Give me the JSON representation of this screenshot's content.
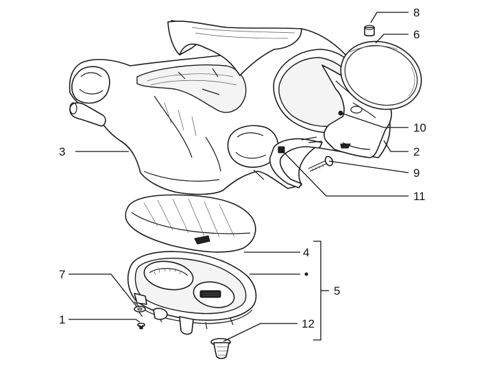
{
  "diagram": {
    "colors": {
      "line": "#1a1a1a",
      "background": "#ffffff",
      "shade": "#f4f4f4"
    },
    "callouts": [
      {
        "id": "c8",
        "label": "8",
        "part": "cap plug"
      },
      {
        "id": "c6",
        "label": "6",
        "part": "instrument ring"
      },
      {
        "id": "c10",
        "label": "10",
        "part": "small screw"
      },
      {
        "id": "c2",
        "label": "2",
        "part": "mounting bracket"
      },
      {
        "id": "c9",
        "label": "9",
        "part": "bolt"
      },
      {
        "id": "c11",
        "label": "11",
        "part": "clip"
      },
      {
        "id": "c3",
        "label": "3",
        "part": "handlebar cover"
      },
      {
        "id": "c4",
        "label": "4",
        "part": "instrument lens"
      },
      {
        "id": "c5",
        "label": "5",
        "part": "instrument assembly"
      },
      {
        "id": "c7",
        "label": "7",
        "part": "washer"
      },
      {
        "id": "c1",
        "label": "1",
        "part": "screw"
      },
      {
        "id": "c12",
        "label": "12",
        "part": "bulb holder"
      }
    ]
  }
}
